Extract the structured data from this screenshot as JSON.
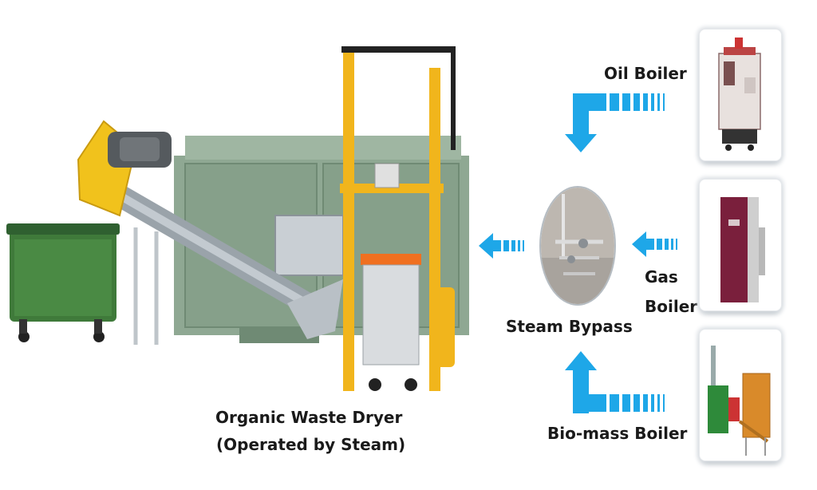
{
  "labels": {
    "dryer_line1": "Organic Waste Dryer",
    "dryer_line2": "(Operated by Steam)",
    "steam_bypass": "Steam Bypass",
    "oil_boiler": "Oil Boiler",
    "gas_line1": "Gas",
    "gas_line2": "Boiler",
    "biomass_boiler": "Bio-mass Boiler"
  },
  "colors": {
    "arrow": "#1ea7e8",
    "dryer_body": "#8fa893",
    "frame_yellow": "#f1b51c",
    "bin_green": "#3f7a3a",
    "oil_boiler_body": "#e8e1de",
    "gas_boiler_body": "#7a1f3c",
    "biomass_body": "#d98a2a"
  },
  "icons": {
    "dryer": "organic-waste-dryer-machine",
    "bypass": "steam-bypass-valve-photo",
    "oil": "oil-boiler-photo",
    "gas": "gas-boiler-photo",
    "biomass": "biomass-boiler-photo"
  }
}
